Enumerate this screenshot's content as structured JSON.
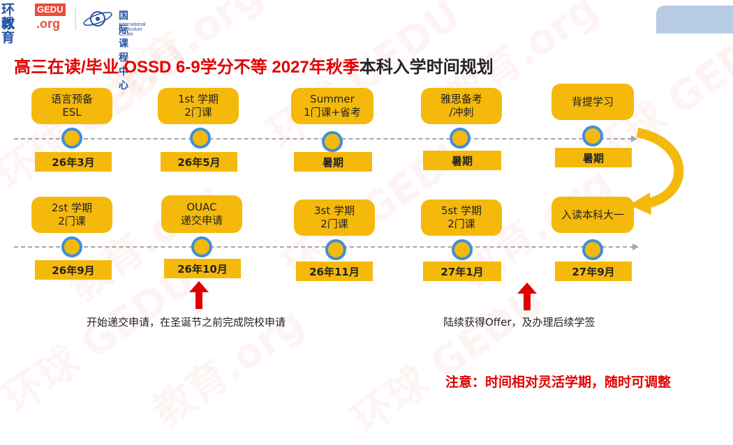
{
  "logo": {
    "cn_line1": "环球",
    "cn_line2": "教育",
    "gedu": "GEDU",
    "org": ".org",
    "icc_cn": "国际课程中心",
    "icc_en": "International Curriculum Center"
  },
  "title": {
    "part1": "高三在读/毕业 OSSD 6-9学分不等 ",
    "part2": "2027年秋季",
    "part3": "本科入学时间规划"
  },
  "row1": [
    {
      "stage": "语言预备\nESL",
      "time": "26年3月"
    },
    {
      "stage": "1st 学期\n2门课",
      "time": "26年5月"
    },
    {
      "stage": "Summer\n1门课+省考",
      "time": "暑期"
    },
    {
      "stage": "雅思备考\n/冲刺",
      "time": "暑期"
    },
    {
      "stage": "背提学习",
      "time": "暑期"
    }
  ],
  "row2": [
    {
      "stage": "2st 学期\n2门课",
      "time": "26年9月"
    },
    {
      "stage": "OUAC\n递交申请",
      "time": "26年10月"
    },
    {
      "stage": "3st 学期\n2门课",
      "time": "26年11月"
    },
    {
      "stage": "5st 学期\n2门课",
      "time": "27年1月"
    },
    {
      "stage": "入读本科大一",
      "time": "27年9月"
    }
  ],
  "notes": {
    "left": "开始递交申请，在圣诞节之前完成院校申请",
    "right": "陆续获得Offer，及办理后续学签"
  },
  "warning": "注意：时间相对灵活学期，随时可调整",
  "colors": {
    "accent_yellow": "#f5b90c",
    "dot_ring": "#3f8fd6",
    "red": "#e00000",
    "brand_blue": "#2553a3"
  }
}
